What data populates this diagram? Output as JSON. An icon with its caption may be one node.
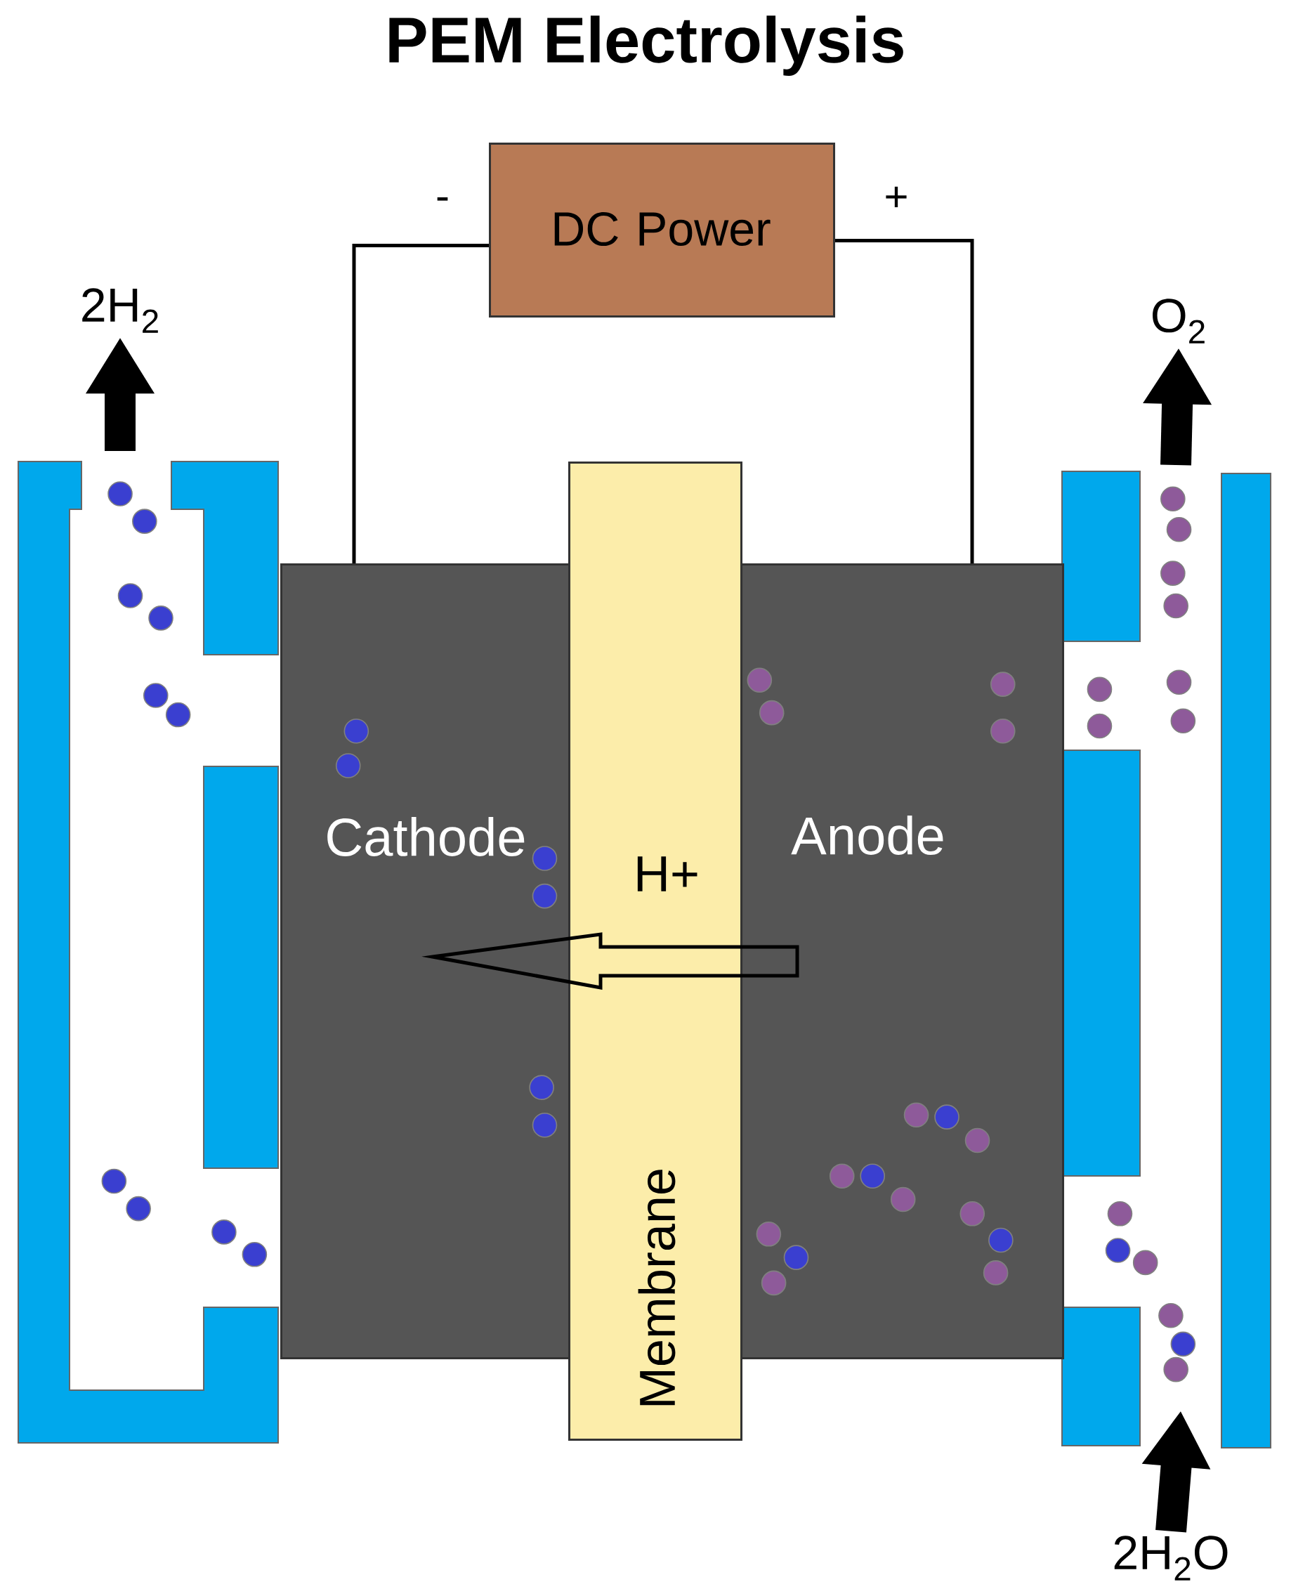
{
  "diagram": {
    "title": "PEM Electrolysis",
    "nodes": [
      {
        "text": [
          "DC Power"
        ]
      },
      {
        "text": [
          "Cathode"
        ]
      },
      {
        "text": [
          "Membrane"
        ]
      },
      {
        "text": [
          "Anode"
        ]
      },
      {
        "text": [
          "2H$_{2}$"
        ]
      },
      {
        "text": [
          "O$_{2}$"
        ]
      },
      {
        "text": [
          "2H$_{2}$O"
        ]
      }
    ],
    "edges": [
      {
        "from": 0,
        "to": 1,
        "arrow": "none"
      },
      {
        "from": 0,
        "to": 3,
        "arrow": "none"
      },
      {
        "from": null,
        "to": 4,
        "arrow": "to"
      },
      {
        "from": null,
        "to": 5,
        "arrow": "to"
      },
      {
        "from": 6,
        "to": null,
        "arrow": "to"
      },
      {
        "from": 3,
        "to": 1,
        "arrow": "to",
        "label": "H+"
      }
    ],
    "labels": [
      "-",
      "+"
    ]
  }
}
